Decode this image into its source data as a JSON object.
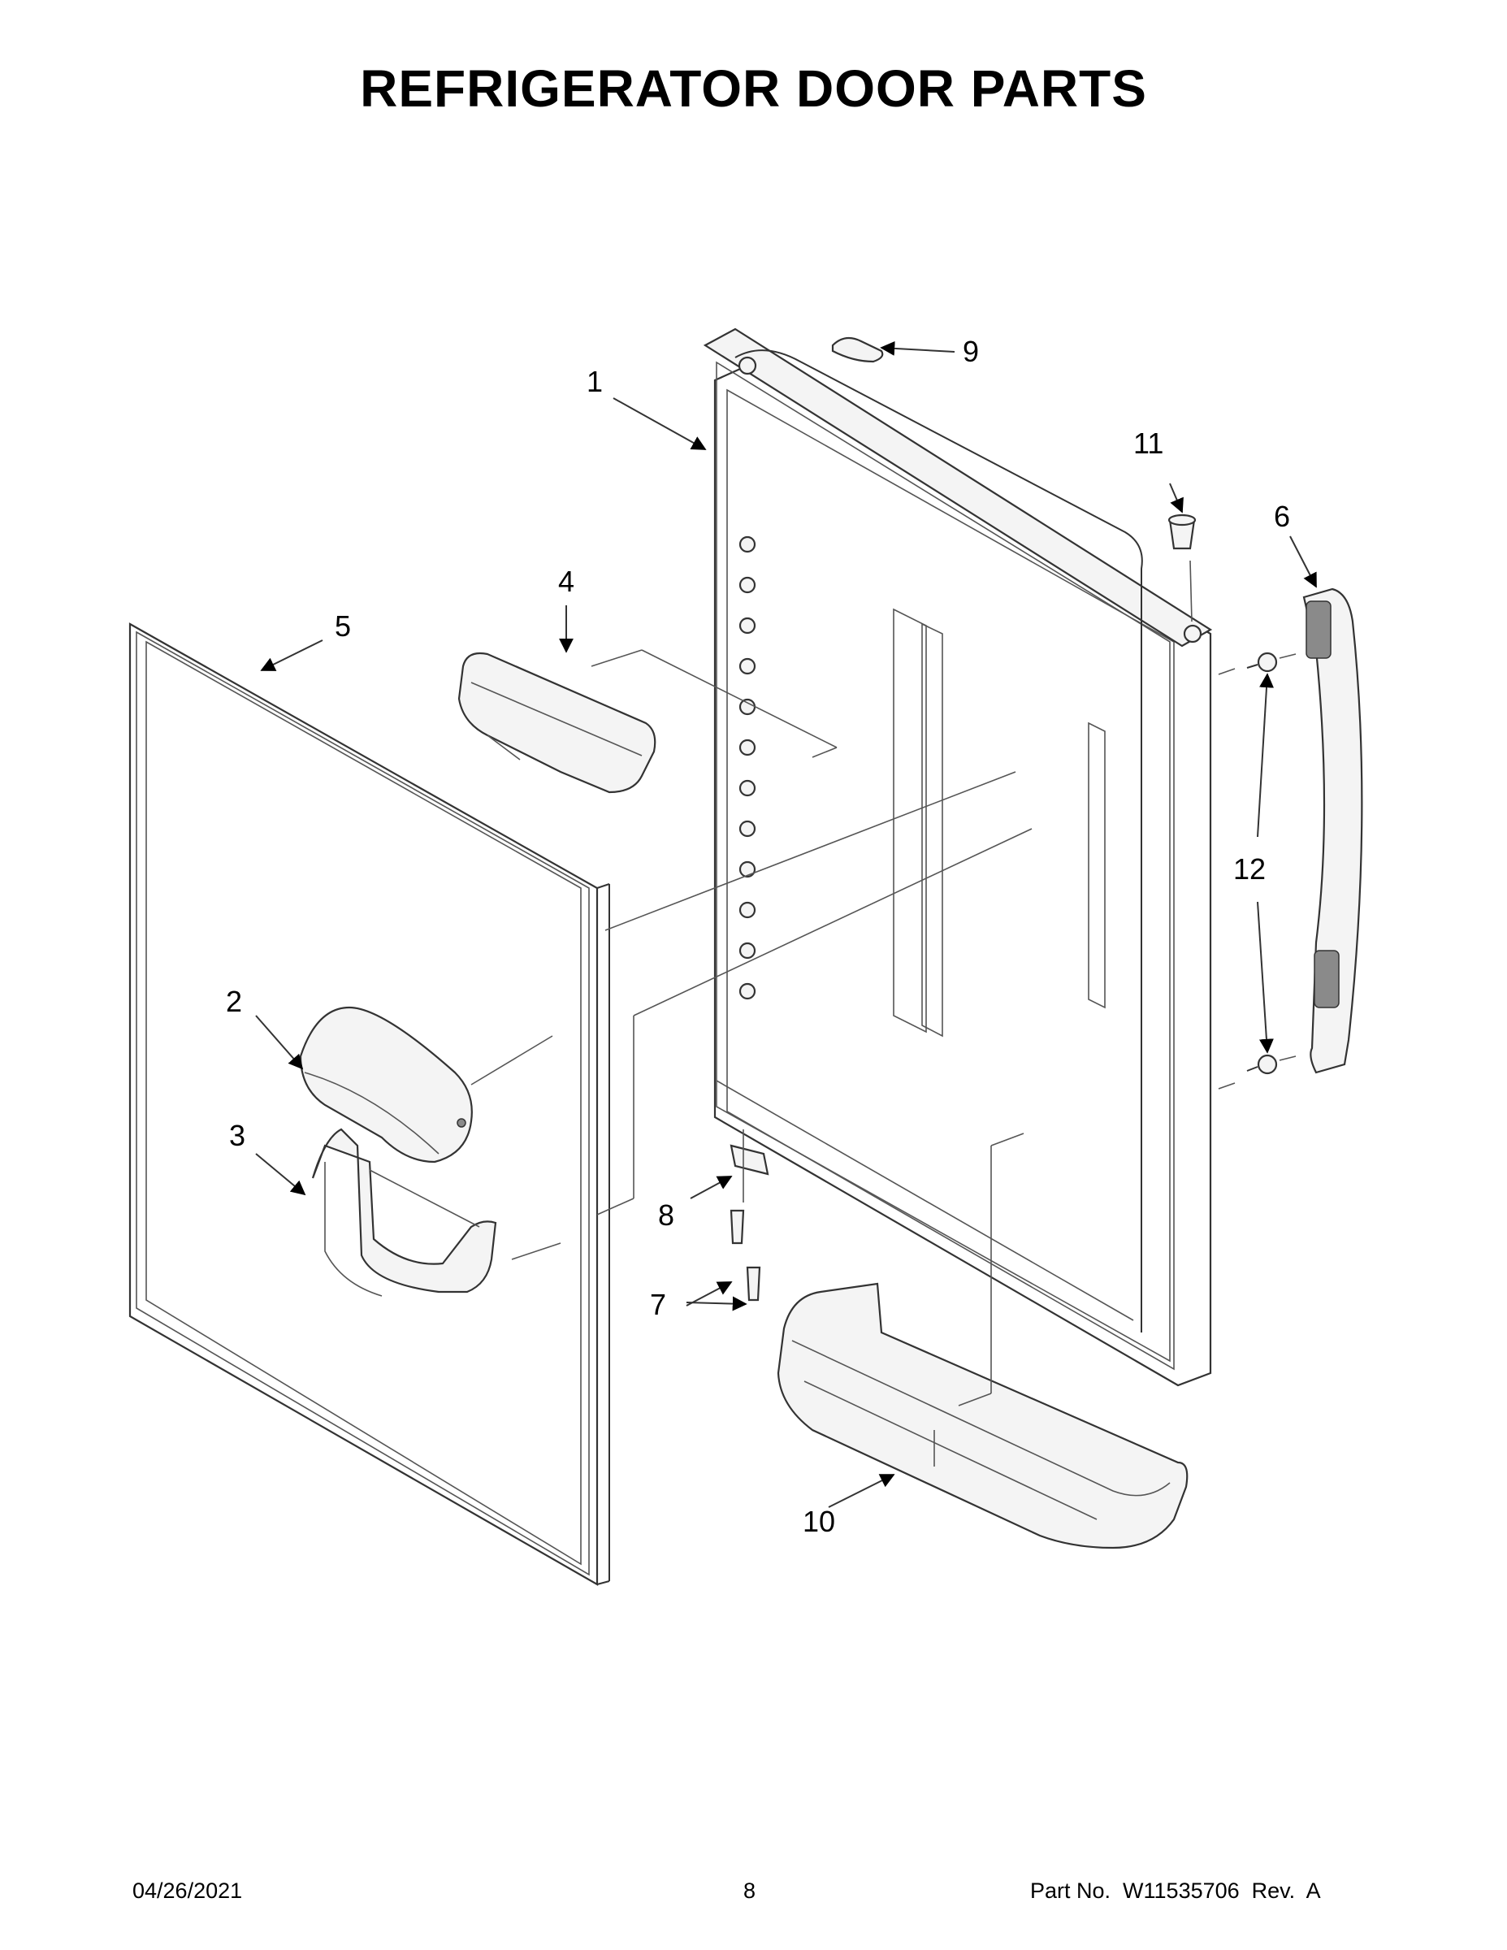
{
  "title": "REFRIGERATOR DOOR PARTS",
  "callouts": [
    "1",
    "2",
    "3",
    "4",
    "5",
    "6",
    "7",
    "8",
    "9",
    "10",
    "11",
    "12"
  ],
  "footer": {
    "date": "04/26/2021",
    "page": "8",
    "part_no": "Part No.  W11535706  Rev.  A"
  }
}
